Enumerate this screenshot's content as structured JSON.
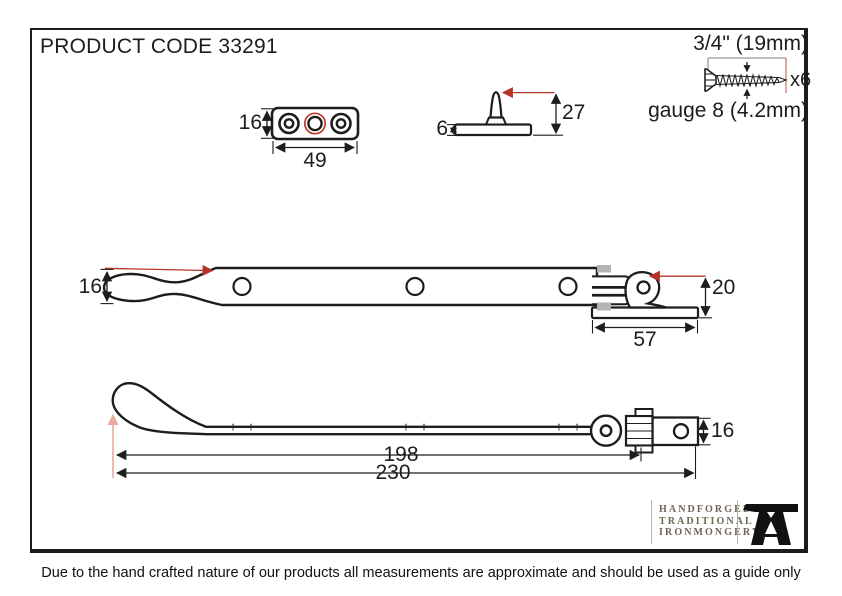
{
  "title": {
    "product_code": "PRODUCT CODE 33291"
  },
  "screw_spec": {
    "length": "3/4\" (19mm)",
    "quantity": "x6",
    "gauge": "gauge 8 (4.2mm)"
  },
  "dimensions": {
    "keep_plate": {
      "height": "16",
      "width": "49"
    },
    "pin": {
      "plate_thickness": "6",
      "height": "27"
    },
    "stay_top_view": {
      "arm_width": "16",
      "keep_height": "20",
      "keep_length": "57"
    },
    "stay_side_view": {
      "end_plate_width": "16",
      "length_to_pivot": "198",
      "overall_length": "230"
    }
  },
  "logo": {
    "line1": "HANDFORGED",
    "line2": "TRADITIONAL",
    "line3": "IRONMONGERY"
  },
  "footer": {
    "disclaimer": "Due to the hand crafted nature of our products all measurements are approximate and should be used as a guide only"
  },
  "colors": {
    "ink": "#1d1d1b",
    "highlight_red": "#b5342a",
    "highlight_pink": "#eda9a4",
    "hinge_gray": "#b3b3b3",
    "logo_text": "#6e6553",
    "logo_mark": "#111111"
  }
}
